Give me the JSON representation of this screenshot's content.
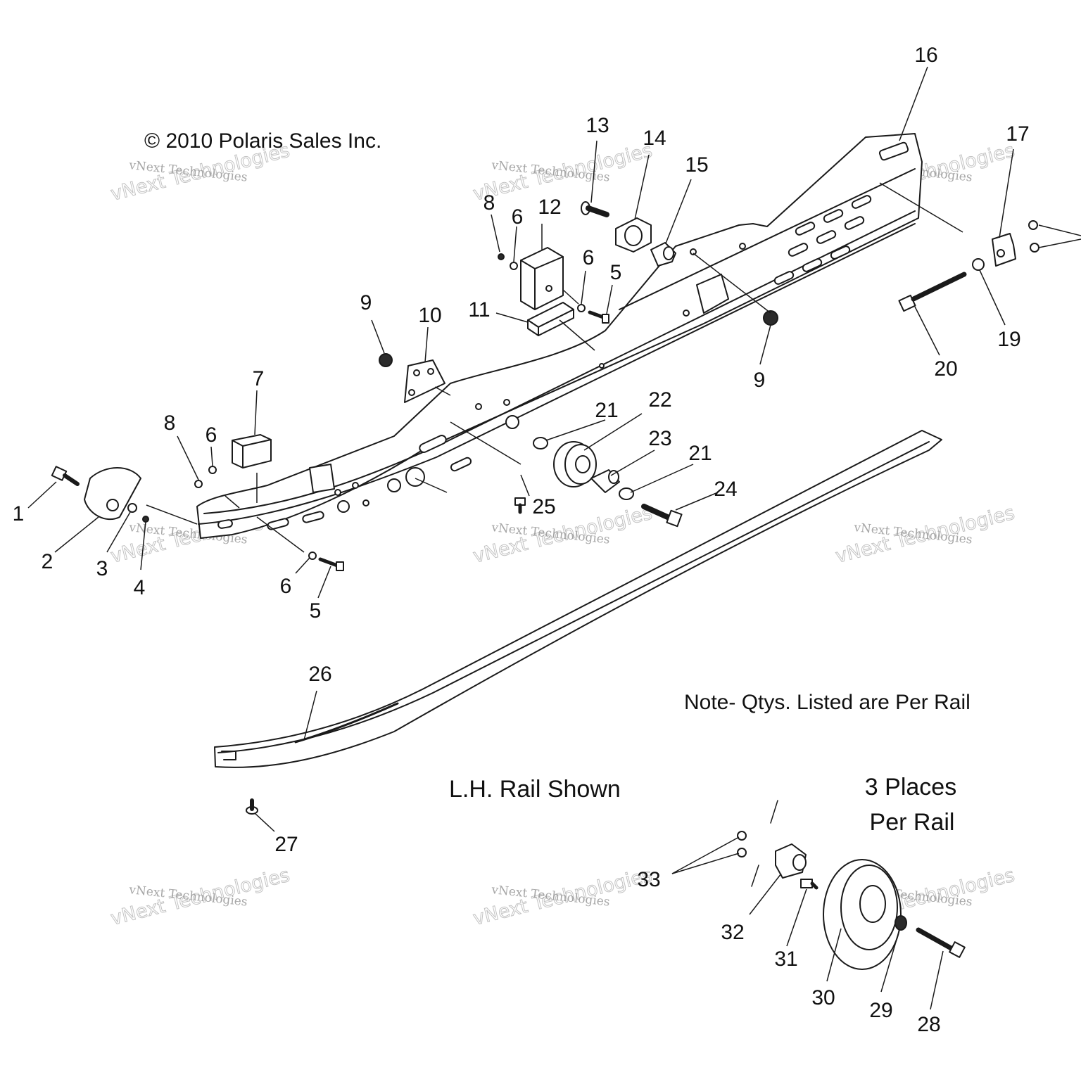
{
  "copyright": "© 2010 Polaris Sales Inc.",
  "watermark": {
    "line1": "vNext Technologies",
    "line2": "vNext Technologies"
  },
  "notes": {
    "qty": "Note- Qtys. Listed are Per Rail",
    "rail_shown": "L.H. Rail Shown",
    "places_line1": "3 Places",
    "places_line2": "Per Rail"
  },
  "callouts": [
    {
      "id": "c1",
      "label": "1"
    },
    {
      "id": "c2",
      "label": "2"
    },
    {
      "id": "c3",
      "label": "3"
    },
    {
      "id": "c4",
      "label": "4"
    },
    {
      "id": "c5a",
      "label": "5"
    },
    {
      "id": "c5b",
      "label": "5"
    },
    {
      "id": "c6a",
      "label": "6"
    },
    {
      "id": "c6b",
      "label": "6"
    },
    {
      "id": "c6c",
      "label": "6"
    },
    {
      "id": "c6d",
      "label": "6"
    },
    {
      "id": "c7",
      "label": "7"
    },
    {
      "id": "c8a",
      "label": "8"
    },
    {
      "id": "c8b",
      "label": "8"
    },
    {
      "id": "c9a",
      "label": "9"
    },
    {
      "id": "c9b",
      "label": "9"
    },
    {
      "id": "c10",
      "label": "10"
    },
    {
      "id": "c11",
      "label": "11"
    },
    {
      "id": "c12",
      "label": "12"
    },
    {
      "id": "c13",
      "label": "13"
    },
    {
      "id": "c14",
      "label": "14"
    },
    {
      "id": "c15",
      "label": "15"
    },
    {
      "id": "c16",
      "label": "16"
    },
    {
      "id": "c17",
      "label": "17"
    },
    {
      "id": "c19",
      "label": "19"
    },
    {
      "id": "c20",
      "label": "20"
    },
    {
      "id": "c21a",
      "label": "21"
    },
    {
      "id": "c21b",
      "label": "21"
    },
    {
      "id": "c22",
      "label": "22"
    },
    {
      "id": "c23",
      "label": "23"
    },
    {
      "id": "c24",
      "label": "24"
    },
    {
      "id": "c25",
      "label": "25"
    },
    {
      "id": "c26",
      "label": "26"
    },
    {
      "id": "c27",
      "label": "27"
    },
    {
      "id": "c28",
      "label": "28"
    },
    {
      "id": "c29",
      "label": "29"
    },
    {
      "id": "c30",
      "label": "30"
    },
    {
      "id": "c31",
      "label": "31"
    },
    {
      "id": "c32",
      "label": "32"
    },
    {
      "id": "c33",
      "label": "33"
    }
  ]
}
